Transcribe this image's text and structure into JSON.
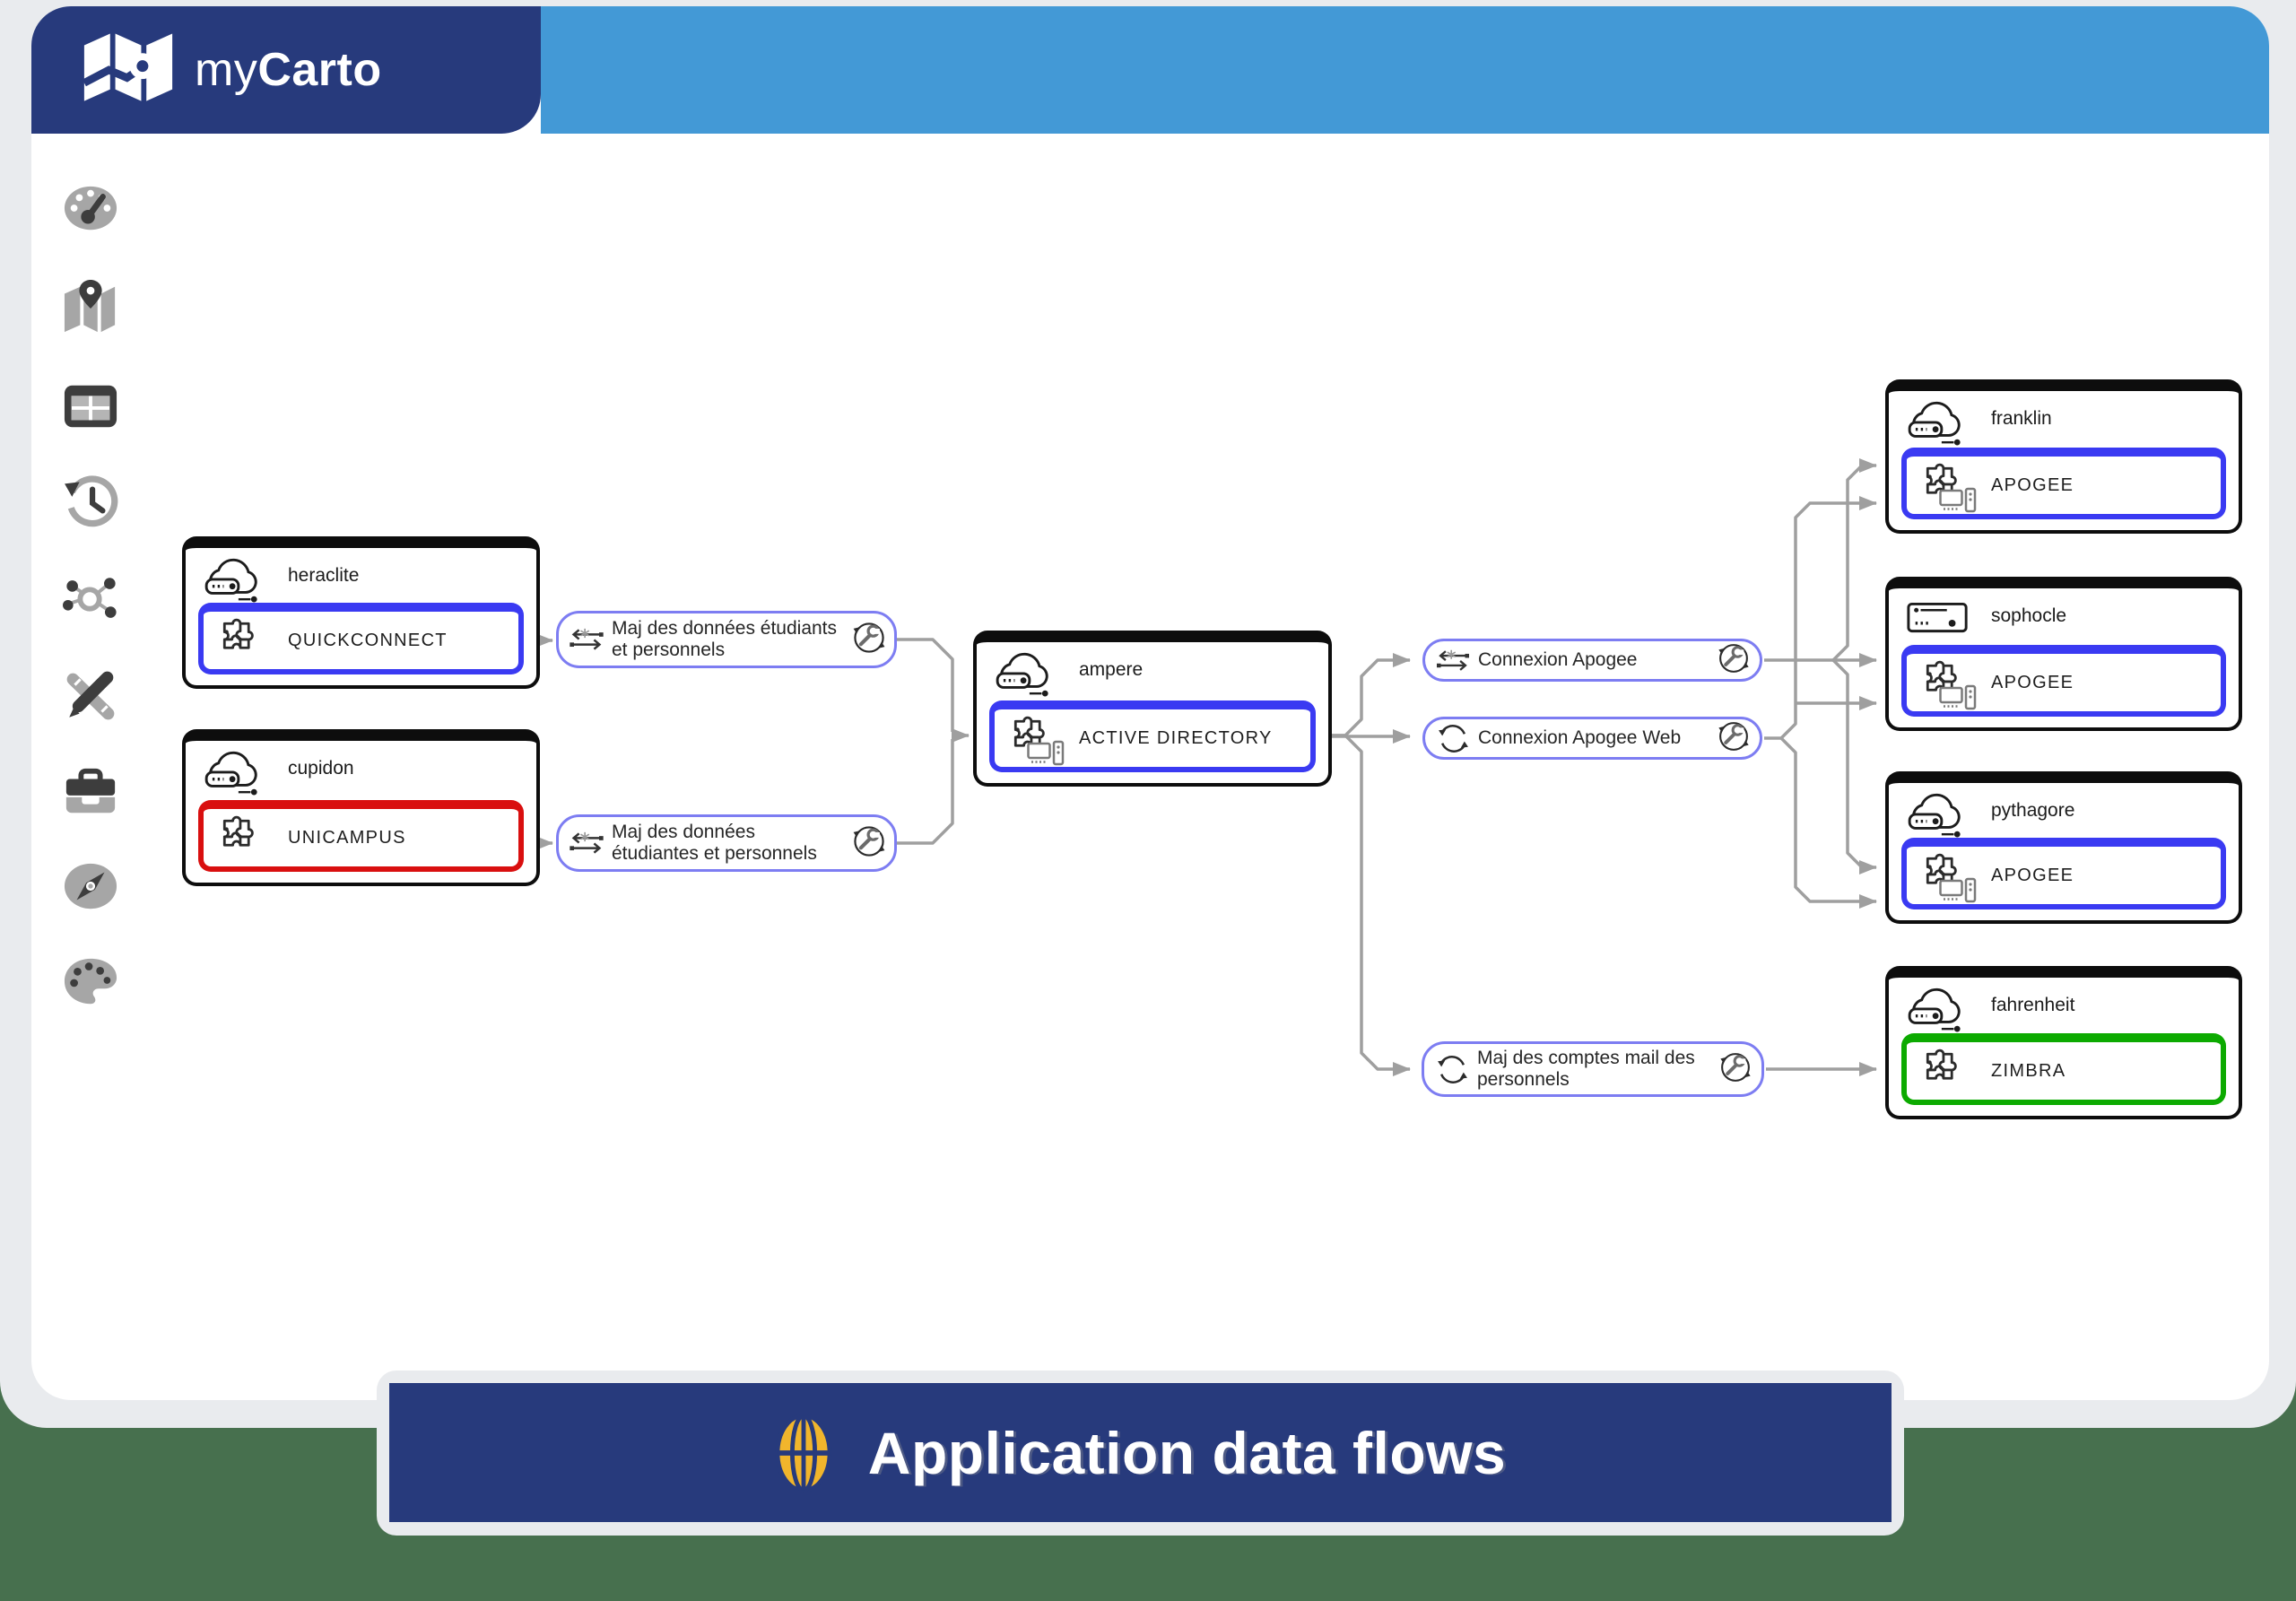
{
  "header": {
    "logo": {
      "light": "my",
      "bold": "Carto"
    }
  },
  "banner": {
    "title": "Application data flows"
  },
  "sidebar": {
    "items": [
      {
        "id": "dashboard"
      },
      {
        "id": "map"
      },
      {
        "id": "table"
      },
      {
        "id": "history"
      },
      {
        "id": "network"
      },
      {
        "id": "edit-tools"
      },
      {
        "id": "toolbox"
      },
      {
        "id": "compass"
      },
      {
        "id": "palette"
      }
    ]
  },
  "diagram": {
    "servers": [
      {
        "label": "heraclite",
        "icon": "cloud-server",
        "apps": [
          {
            "name": "QUICKCONNECT",
            "color": "#3a3af2"
          }
        ]
      },
      {
        "label": "cupidon",
        "icon": "cloud-server",
        "apps": [
          {
            "name": "UNICAMPUS",
            "color": "#d90f0f"
          }
        ]
      },
      {
        "label": "ampere",
        "icon": "cloud-server",
        "apps": [
          {
            "name": "ACTIVE DIRECTORY",
            "color": "#3a3af2"
          }
        ]
      },
      {
        "label": "franklin",
        "icon": "cloud-server",
        "apps": [
          {
            "name": "APOGEE",
            "color": "#3a3af2"
          }
        ]
      },
      {
        "label": "sophocle",
        "icon": "server-rack",
        "apps": [
          {
            "name": "APOGEE",
            "color": "#3a3af2"
          }
        ]
      },
      {
        "label": "pythagore",
        "icon": "cloud-server",
        "apps": [
          {
            "name": "APOGEE",
            "color": "#3a3af2"
          }
        ]
      },
      {
        "label": "fahrenheit",
        "icon": "cloud-server",
        "apps": [
          {
            "name": "ZIMBRA",
            "color": "#0caa00"
          }
        ]
      }
    ],
    "flows": [
      {
        "label": "Maj des données étudiants et personnels",
        "type_icon": "exchange"
      },
      {
        "label": "Maj des données étudiantes et personnels",
        "type_icon": "exchange"
      },
      {
        "label": "Connexion Apogee",
        "type_icon": "exchange"
      },
      {
        "label": "Connexion Apogee Web",
        "type_icon": "sync"
      },
      {
        "label": "Maj des comptes mail des personnels",
        "type_icon": "sync"
      }
    ],
    "connections": [
      [
        "QUICKCONNECT",
        "Maj des données étudiants et personnels"
      ],
      [
        "UNICAMPUS",
        "Maj des données étudiantes et personnels"
      ],
      [
        "Maj des données étudiants et personnels",
        "ACTIVE DIRECTORY"
      ],
      [
        "Maj des données étudiantes et personnels",
        "ACTIVE DIRECTORY"
      ],
      [
        "ACTIVE DIRECTORY",
        "Connexion Apogee"
      ],
      [
        "ACTIVE DIRECTORY",
        "Connexion Apogee Web"
      ],
      [
        "ACTIVE DIRECTORY",
        "Maj des comptes mail des personnels"
      ],
      [
        "Connexion Apogee",
        "APOGEE (franklin)"
      ],
      [
        "Connexion Apogee",
        "APOGEE (sophocle)"
      ],
      [
        "Connexion Apogee",
        "APOGEE (pythagore)"
      ],
      [
        "Connexion Apogee Web",
        "APOGEE (franklin)"
      ],
      [
        "Connexion Apogee Web",
        "APOGEE (sophocle)"
      ],
      [
        "Connexion Apogee Web",
        "APOGEE (pythagore)"
      ],
      [
        "Maj des comptes mail des personnels",
        "ZIMBRA (fahrenheit)"
      ]
    ]
  },
  "colors": {
    "header_navy": "#273a7c",
    "header_blue": "#4399d6",
    "background_green": "#47704e",
    "background_gray": "#e9ebee",
    "canvas_white": "#ffffff",
    "edge_gray": "#9f9f9f",
    "flow_border": "#7d7df2",
    "app_blue": "#3a3af2",
    "app_red": "#d90f0f",
    "app_green": "#0caa00",
    "banner_navy": "#273a7c",
    "globe_yellow": "#f1b52c"
  }
}
